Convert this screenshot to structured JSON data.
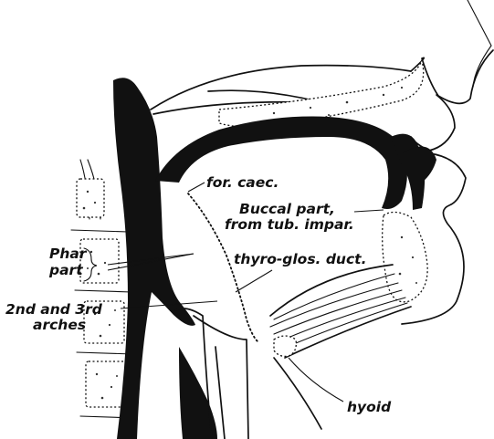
{
  "labels": {
    "foramen_caecum": "for. caec.",
    "buccal_part_line1": "Buccal part,",
    "buccal_part_line2": "from tub. impar.",
    "pharyngeal_line1": "Phar",
    "pharyngeal_line2": "part",
    "arches_line1": "2nd and 3rd",
    "arches_line2": "arches",
    "thyroglossal_duct": "thyro-glos. duct.",
    "hyoid": "hyoid"
  },
  "colors": {
    "ink": "#111111",
    "background": "#ffffff"
  }
}
